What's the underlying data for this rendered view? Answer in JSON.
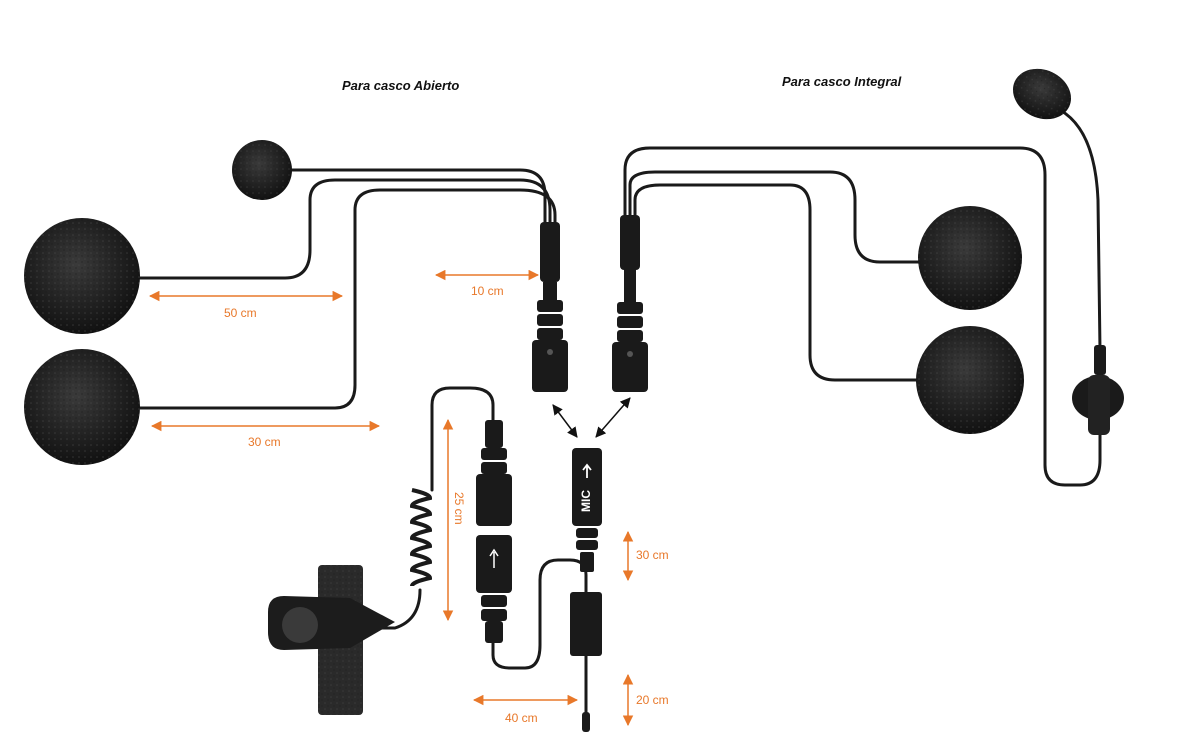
{
  "captions": {
    "open_helmet": "Para casco  Abierto",
    "full_helmet": "Para casco Integral"
  },
  "dimensions": {
    "d50": "50 cm",
    "d30_left": "30 cm",
    "d10": "10 cm",
    "d25": "25 cm",
    "d30_right": "30 cm",
    "d20": "20 cm",
    "d40": "40 cm"
  },
  "connector_label": "MIC",
  "colors": {
    "cable": "#1a1a1a",
    "foam": "#2a2a2a",
    "dimension": "#e8782a",
    "background": "#ffffff"
  }
}
